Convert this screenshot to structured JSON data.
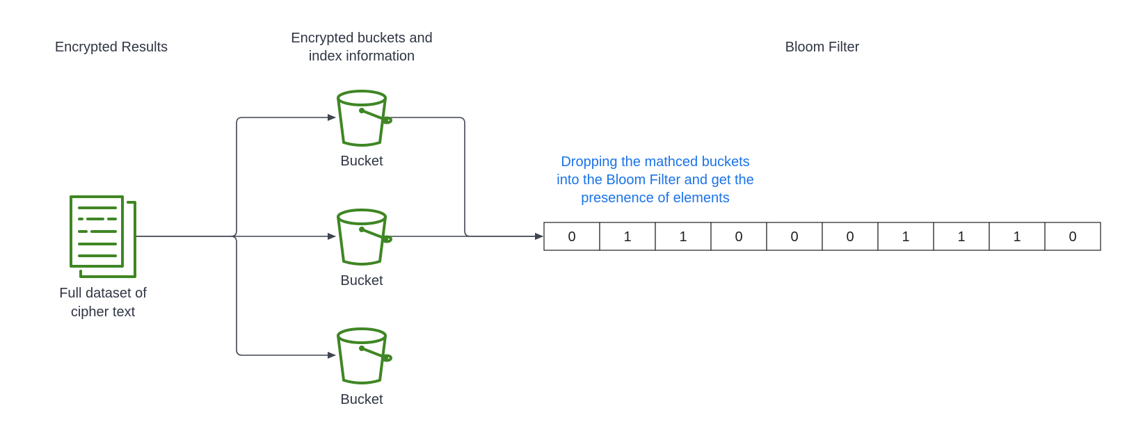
{
  "diagram": {
    "title": "Encrypted buckets and Bloom Filter flow",
    "headers": {
      "encrypted_results": "Encrypted Results",
      "buckets_line1": "Encrypted buckets and",
      "buckets_line2": "index information",
      "bloom_filter": "Bloom Filter"
    },
    "source": {
      "icon": "document-icon",
      "label_line1": "Full dataset of",
      "label_line2": "cipher text"
    },
    "buckets": [
      {
        "icon": "bucket-icon",
        "label": "Bucket"
      },
      {
        "icon": "bucket-icon",
        "label": "Bucket"
      },
      {
        "icon": "bucket-icon",
        "label": "Bucket"
      }
    ],
    "annotation": {
      "line1": "Dropping the mathced buckets",
      "line2": "into the Bloom Filter and get the",
      "line3": "presenence of elements"
    },
    "bloom_filter_bits": [
      "0",
      "1",
      "1",
      "0",
      "0",
      "0",
      "1",
      "1",
      "1",
      "0"
    ],
    "colors": {
      "icon_green": "#3f8624",
      "annotation_blue": "#1a73e8",
      "text": "#2f3542",
      "line": "#3f4450"
    }
  }
}
